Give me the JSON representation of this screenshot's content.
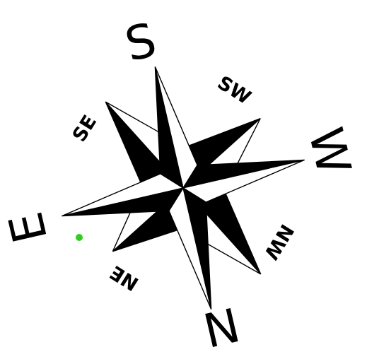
{
  "compass": {
    "cardinals": {
      "north": "N",
      "south": "S",
      "east": "E",
      "west": "W"
    },
    "intercardinals": {
      "northeast": "NE",
      "northwest": "NW",
      "southeast": "SE",
      "southwest": "SW"
    }
  },
  "colors": {
    "ink": "#000000",
    "paper": "#ffffff",
    "marker": "#33cc22"
  }
}
